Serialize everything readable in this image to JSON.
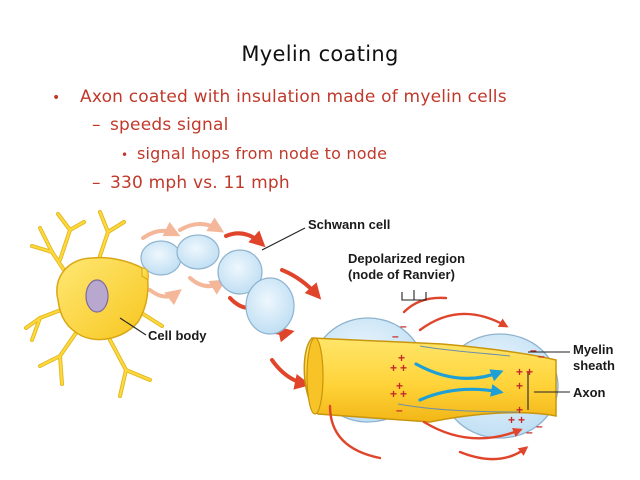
{
  "slide": {
    "title": "Myelin coating",
    "bullets": [
      {
        "marker": "•",
        "text": "Axon coated with insulation made of myelin cells"
      },
      {
        "marker": "–",
        "text": "speeds signal"
      },
      {
        "marker": "•",
        "text": "signal hops from node to node"
      },
      {
        "marker": "–",
        "text": "330 mph vs. 11 mph"
      }
    ]
  },
  "diagram": {
    "labels": {
      "schwann_cell": "Schwann cell",
      "depolarized_region_1": "Depolarized region",
      "depolarized_region_2": "(node of Ranvier)",
      "cell_body": "Cell body",
      "myelin_sheath_1": "Myelin",
      "myelin_sheath_2": "sheath",
      "axon": "Axon"
    },
    "colors": {
      "bullet_text": "#c0392b",
      "cell_yellow": "#ffd93b",
      "myelin_blue": "#cfe6f7",
      "arrow_red": "#e0452b",
      "arrow_fade": "#f4b79a",
      "current_blue": "#1e9fd6",
      "charge_red": "#c62828"
    }
  }
}
